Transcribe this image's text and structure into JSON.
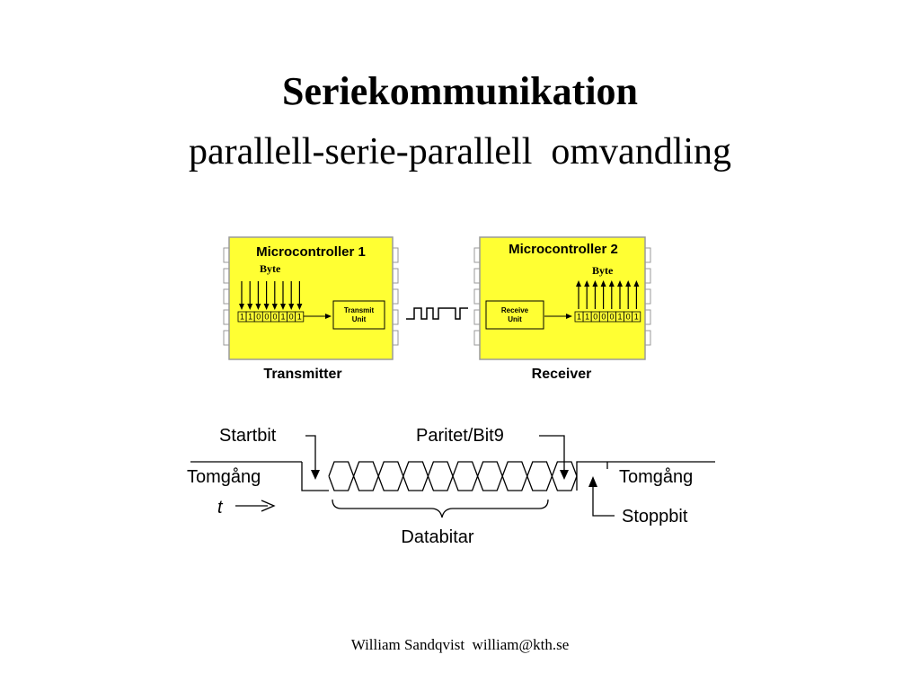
{
  "slide": {
    "title": "Seriekommunikation",
    "subtitle": "parallell-serie-parallell  omvandling",
    "footer": "William Sandqvist  william@kth.se"
  },
  "colors": {
    "chip_fill": "#ffff33",
    "chip_border": "#9a9a9a",
    "pin_fill": "#ffffff",
    "line": "#000000"
  },
  "transmitter": {
    "name": "Microcontroller 1",
    "byte_label": "Byte",
    "bits": [
      "1",
      "1",
      "0",
      "0",
      "0",
      "1",
      "0",
      "1"
    ],
    "unit_label_1": "Transmit",
    "unit_label_2": "Unit",
    "caption": "Transmitter"
  },
  "receiver": {
    "name": "Microcontroller 2",
    "byte_label": "Byte",
    "bits": [
      "1",
      "1",
      "0",
      "0",
      "0",
      "1",
      "0",
      "1"
    ],
    "unit_label_1": "Receive",
    "unit_label_2": "Unit",
    "caption": "Receiver"
  },
  "timing": {
    "startbit": "Startbit",
    "parity": "Paritet/Bit9",
    "idle_left": "Tomgång",
    "idle_right": "Tomgång",
    "time": "t",
    "stopbit": "Stoppbit",
    "databits": "Databitar"
  }
}
